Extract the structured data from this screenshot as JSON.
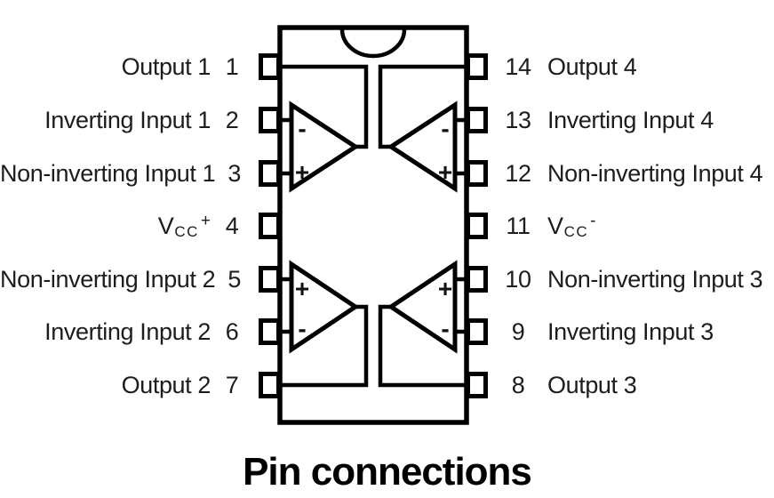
{
  "title": "Pin connections",
  "colors": {
    "line": "#000000",
    "text": "#1d1d1d",
    "background": "#ffffff"
  },
  "chip": {
    "package": "14-pin dual in-line",
    "left_pins": [
      {
        "number": "1",
        "label": "Output 1"
      },
      {
        "number": "2",
        "label": "Inverting Input 1"
      },
      {
        "number": "3",
        "label": "Non-inverting Input 1"
      },
      {
        "number": "4",
        "label": "Vcc+",
        "vcc": {
          "base": "V",
          "sub": "CC",
          "sup": "+"
        }
      },
      {
        "number": "5",
        "label": "Non-inverting Input 2"
      },
      {
        "number": "6",
        "label": "Inverting Input 2"
      },
      {
        "number": "7",
        "label": "Output 2"
      }
    ],
    "right_pins": [
      {
        "number": "14",
        "label": "Output 4"
      },
      {
        "number": "13",
        "label": "Inverting Input 4"
      },
      {
        "number": "12",
        "label": "Non-inverting Input 4"
      },
      {
        "number": "11",
        "label": "Vcc-",
        "vcc": {
          "base": "V",
          "sub": "CC",
          "sup": "-"
        }
      },
      {
        "number": "10",
        "label": "Non-inverting Input 3"
      },
      {
        "number": "9",
        "label": "Inverting Input 3"
      },
      {
        "number": "8",
        "label": "Output 3"
      }
    ],
    "opamps": [
      {
        "name": "opamp-1",
        "position": "top-left",
        "inverting_symbol": "-",
        "non_inverting_symbol": "+"
      },
      {
        "name": "opamp-4",
        "position": "top-right",
        "inverting_symbol": "-",
        "non_inverting_symbol": "+"
      },
      {
        "name": "opamp-2",
        "position": "bottom-left",
        "inverting_symbol": "-",
        "non_inverting_symbol": "+"
      },
      {
        "name": "opamp-3",
        "position": "bottom-right",
        "inverting_symbol": "-",
        "non_inverting_symbol": "+"
      }
    ]
  }
}
